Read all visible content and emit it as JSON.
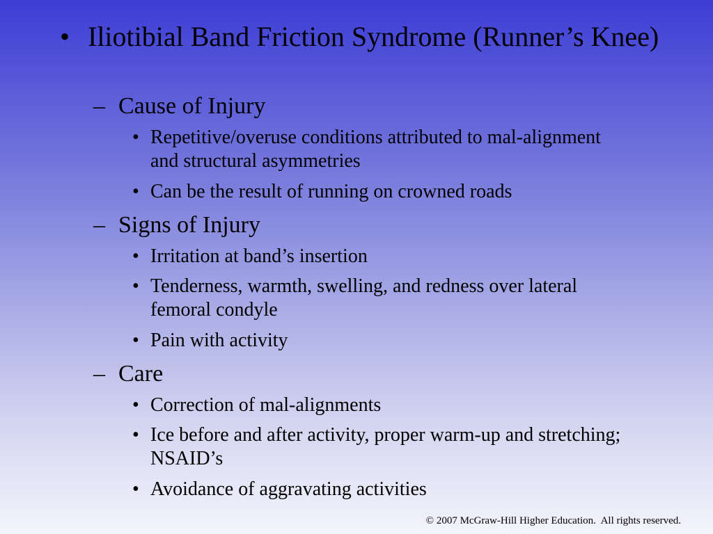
{
  "slide": {
    "title": "Iliotibial Band Friction Syndrome (Runner’s Knee)",
    "bullet_glyph": "•",
    "dash_glyph": "–",
    "sections": [
      {
        "heading": "Cause of Injury",
        "items": [
          "Repetitive/overuse conditions attributed to mal-alignment and structural asymmetries",
          "Can be the result of running on crowned roads"
        ]
      },
      {
        "heading": "Signs of Injury",
        "items": [
          "Irritation at band’s insertion",
          "Tenderness, warmth, swelling, and redness over lateral femoral condyle",
          "Pain with activity"
        ]
      },
      {
        "heading": "Care",
        "items": [
          "Correction of mal-alignments",
          "Ice before and after activity, proper warm-up and stretching; NSAID’s",
          "Avoidance of aggravating activities"
        ]
      }
    ]
  },
  "footer": {
    "copyright": "© 2007 McGraw-Hill Higher Education.  All rights reserved."
  }
}
